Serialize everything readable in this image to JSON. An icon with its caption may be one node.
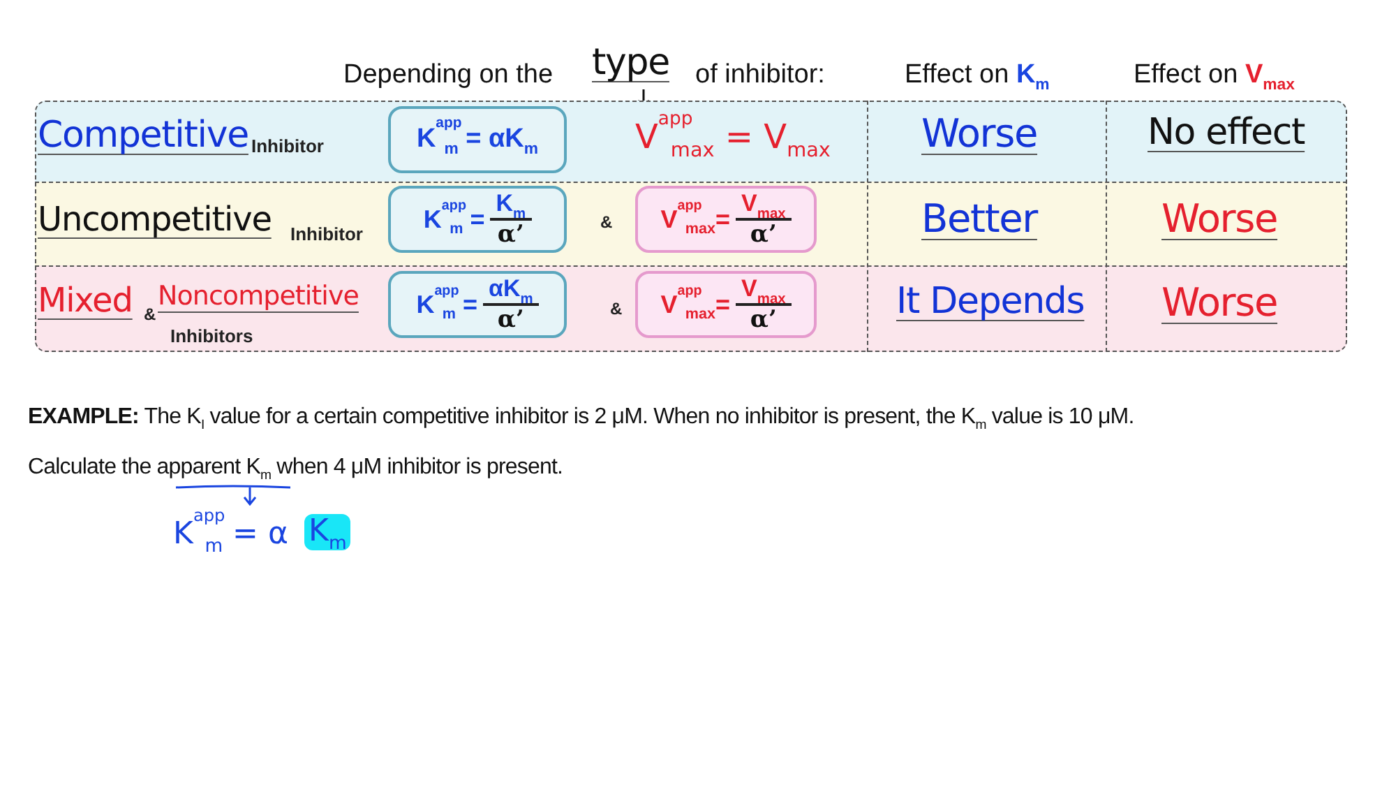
{
  "diagram": {
    "nodes": [
      {
        "text": [
          "Competitive",
          "Inhibitor",
          "V$^{app}$$_{max}$ = V$_{max}$",
          "Worse",
          "No effect"
        ]
      },
      {
        "text": [
          "K$^{app}$$_{m}$ = αK$_{m}$"
        ],
        "in": 0
      },
      {
        "text": [
          "Uncompetitive",
          "Inhibitor",
          "&",
          "Better",
          "Worse"
        ]
      },
      {
        "text": [
          "K$^{app}$$_{m}$ =",
          "K$_{m}$",
          "α’"
        ],
        "in": 2
      },
      {
        "text": [
          "V$^{app}$$_{max}$=",
          "V$_{max}$",
          "α’"
        ],
        "in": 2
      },
      {
        "text": [
          "Mixed",
          "&",
          "Noncompetitive",
          "Inhibitors",
          "&",
          "It Depends",
          "Worse"
        ]
      },
      {
        "text": [
          "K$^{app}$$_{m}$ =",
          "αK$_{m}$",
          "α’"
        ],
        "in": 5
      },
      {
        "text": [
          "V$^{app}$$_{max}$=",
          "V$_{max}$",
          "α’"
        ],
        "in": 5
      }
    ],
    "labels": [
      "Depending on the",
      "type",
      "of inhibitor:",
      "Effect on **K**$_{m}$",
      "Effect on **V**$_{max}$",
      "**EXAMPLE:**  The K$_{I}$ value for a certain competitive inhibitor is 2 μM.  When no inhibitor is present, the K$_{m}$ value is 10 μM.",
      "Calculate the apparent K$_{m}$ when 4 μM inhibitor is present.",
      "K$^{app}$$_{m}$ = α",
      "K$_{m}$"
    ]
  }
}
